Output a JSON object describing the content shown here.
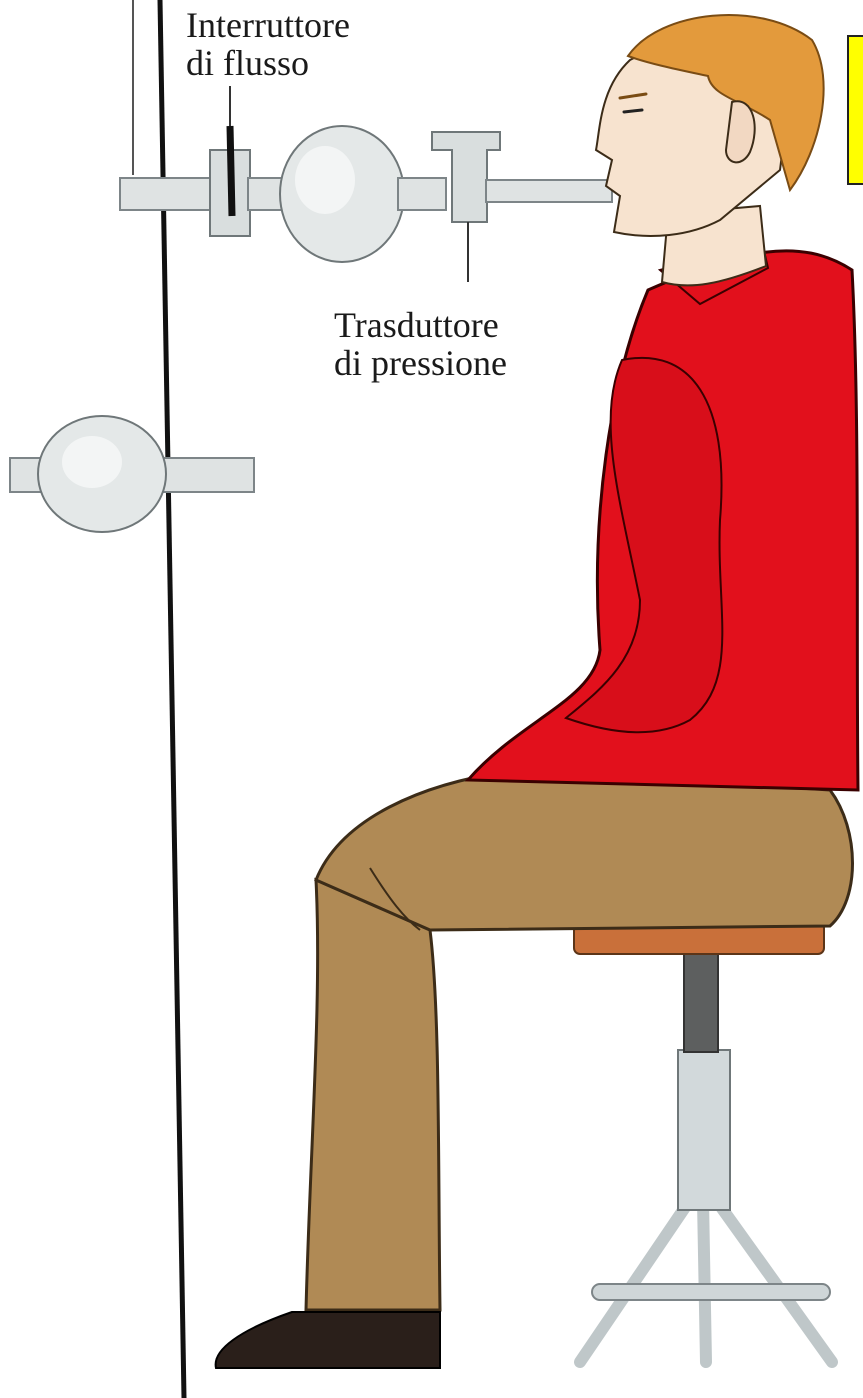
{
  "labels": {
    "flow_interrupter": [
      "Interruttore",
      "di flusso"
    ],
    "pressure_transducer": [
      "Trasduttore",
      "di pressione"
    ]
  },
  "colors": {
    "shirt": "#e2101c",
    "pants": "#b08a55",
    "hair": "#e39a3c",
    "skin": "#f7e3cf",
    "apparatus": "#dfe3e3",
    "stool_seat": "#c9703a",
    "stool_metal": "#cfd6d8",
    "shoe": "#2a1f1a",
    "note_box": "#ffff00"
  }
}
